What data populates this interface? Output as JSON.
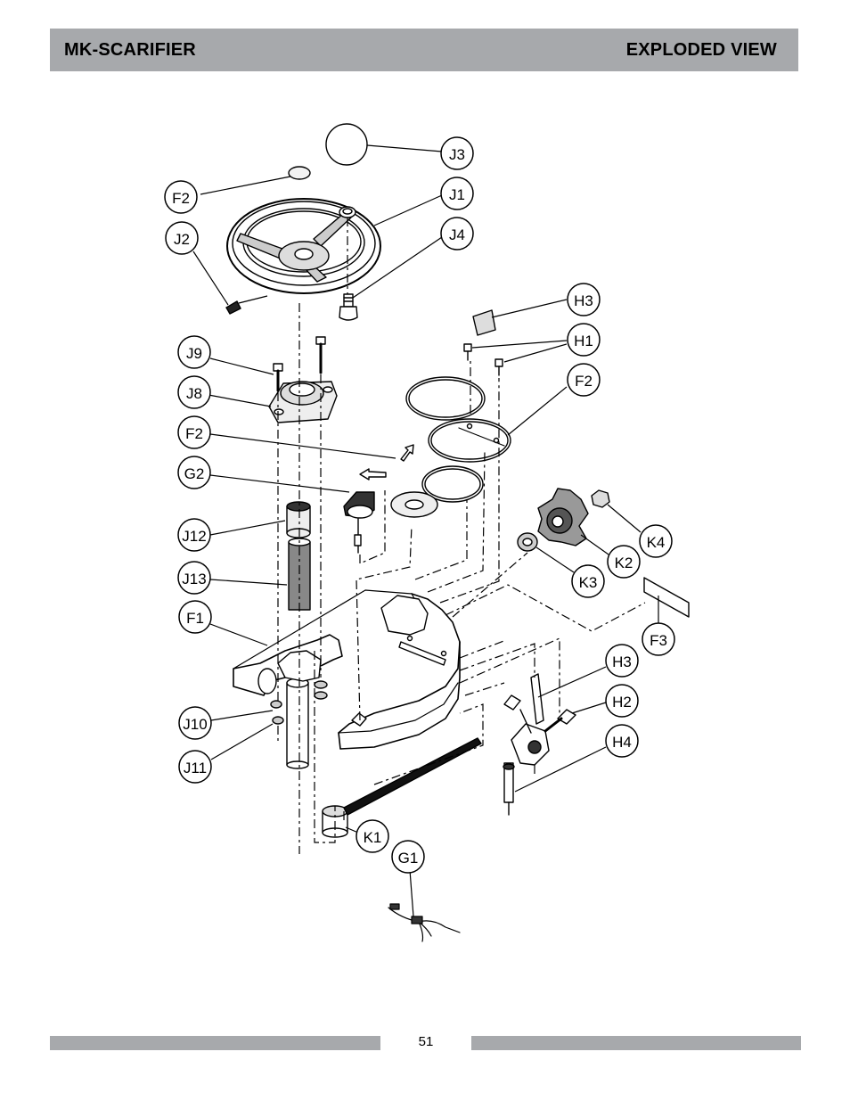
{
  "header": {
    "left_title": "MK-SCARIFIER",
    "right_title": "EXPLODED VIEW"
  },
  "callouts": [
    {
      "label": "J3"
    },
    {
      "label": "F2"
    },
    {
      "label": "J1"
    },
    {
      "label": "J2"
    },
    {
      "label": "J4"
    },
    {
      "label": "H3"
    },
    {
      "label": "H1"
    },
    {
      "label": "J9"
    },
    {
      "label": "F2"
    },
    {
      "label": "J8"
    },
    {
      "label": "F2"
    },
    {
      "label": "G2"
    },
    {
      "label": "K4"
    },
    {
      "label": "J12"
    },
    {
      "label": "K2"
    },
    {
      "label": "J13"
    },
    {
      "label": "K3"
    },
    {
      "label": "F1"
    },
    {
      "label": "F3"
    },
    {
      "label": "H3"
    },
    {
      "label": "J10"
    },
    {
      "label": "H2"
    },
    {
      "label": "H4"
    },
    {
      "label": "J11"
    },
    {
      "label": "K1"
    },
    {
      "label": "G1"
    }
  ],
  "footer": {
    "page_number": "51"
  }
}
